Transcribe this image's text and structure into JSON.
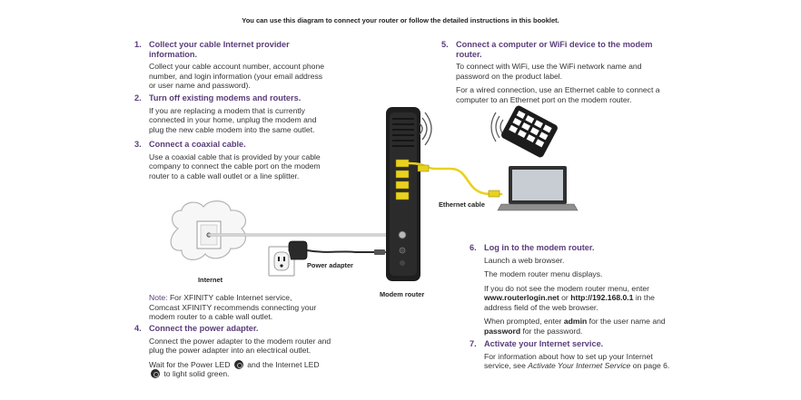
{
  "intro": "You can use this diagram to connect your router or follow the detailed instructions in this booklet.",
  "steps": {
    "s1": {
      "num": "1.",
      "title": "Collect your cable Internet provider information.",
      "body": "Collect your cable account number, account phone number, and login information (your email address or user name and password)."
    },
    "s2": {
      "num": "2.",
      "title": "Turn off existing modems and routers.",
      "body": "If you are replacing a modem that is currently connected in your home, unplug the modem and plug the new cable modem into the same outlet."
    },
    "s3": {
      "num": "3.",
      "title": "Connect a coaxial cable.",
      "body": "Use a coaxial cable that is provided by your cable company to connect the cable port on the modem router to a cable wall outlet or a line splitter."
    },
    "note": {
      "label": "Note:",
      "body": "For XFINITY cable Internet service, Comcast XFINITY recommends connecting your modem router to a cable wall outlet."
    },
    "s4": {
      "num": "4.",
      "title": "Connect the power adapter.",
      "body": "Connect the power adapter to the modem router and plug the power adapter into an electrical outlet.",
      "led_a": "Wait for the Power LED",
      "led_b": "and the Internet LED",
      "led_c": "to light solid green."
    },
    "s5": {
      "num": "5.",
      "title": "Connect a computer or WiFi device to the modem router.",
      "body1": "To connect with WiFi, use the WiFi network name and password on the product label.",
      "body2": "For a wired connection, use an Ethernet cable to connect a computer to an Ethernet port on the modem router."
    },
    "s6": {
      "num": "6.",
      "title": "Log in to the modem router.",
      "p1": "Launch a web browser.",
      "p2": "The modem router menu displays.",
      "p3a": "If you do not see the modem router menu, enter",
      "url1": "www.routerlogin.net",
      "or": "or",
      "url2": "http://192.168.0.1",
      "p3b": "in the address field of the web browser.",
      "p4a": "When prompted, enter",
      "user": "admin",
      "p4b": "for the user name and",
      "pass": "password",
      "p4c": "for the password."
    },
    "s7": {
      "num": "7.",
      "title": "Activate your Internet service.",
      "body_a": "For information about how to set up your Internet service, see",
      "link": "Activate Your Internet Service",
      "body_b": "on page 6."
    }
  },
  "captions": {
    "internet": "Internet",
    "power_adapter": "Power adapter",
    "modem_router": "Modem router",
    "ethernet_cable": "Ethernet cable"
  },
  "colors": {
    "heading": "#5a3d7a",
    "cable_yellow": "#e8d21e",
    "device_dark": "#1e1e1e"
  },
  "icons": [
    "cloud-icon",
    "cable-wall-outlet-icon",
    "power-outlet-icon",
    "power-adapter-icon",
    "modem-router-icon",
    "wifi-waves-icon",
    "tablet-icon",
    "laptop-icon"
  ]
}
